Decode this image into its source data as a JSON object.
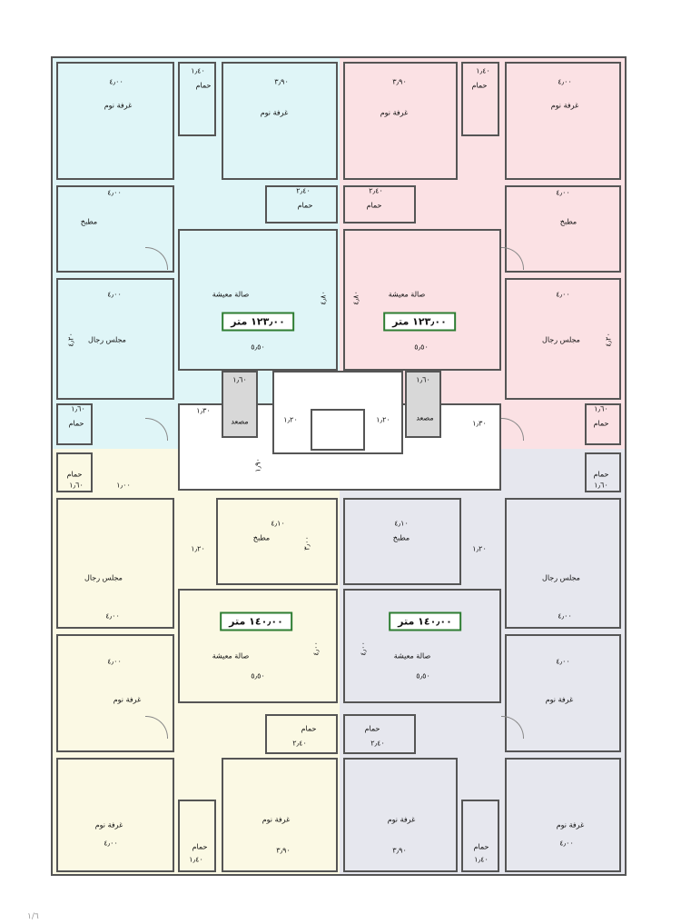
{
  "colors": {
    "top_left": "#dff5f7",
    "top_right": "#fbe1e4",
    "bottom_left": "#fbf9e4",
    "bottom_right": "#e6e7ee",
    "area_border": "#2e7d32"
  },
  "rooms": {
    "bedroom": "غرفة نوم",
    "bath": "حمام",
    "kitchen": "مطبخ",
    "living": "صالة معيشة",
    "majlis": "مجلس رجال",
    "elevator": "مصعد"
  },
  "areas": {
    "top": "١٢٣٫٠٠ متر",
    "bottom": "١٤٠٫٠٠ متر"
  },
  "dims": {
    "d400": "٤٫٠٠",
    "d390": "٣٫٩٠",
    "d240": "٢٫٤٠",
    "d140": "١٫٤٠",
    "d550": "٥٫٥٠",
    "d480": "٤٫٨٠",
    "d410": "٤٫١٠",
    "d160": "١٫٦٠",
    "d130": "١٫٣٠",
    "d120": "١٫٢٠",
    "d100": "١٫٠٠",
    "d300": "٣٫٠٠",
    "d420": "٤٫٢٠",
    "d190": "١٫٩٠"
  },
  "footer": "١/٦"
}
